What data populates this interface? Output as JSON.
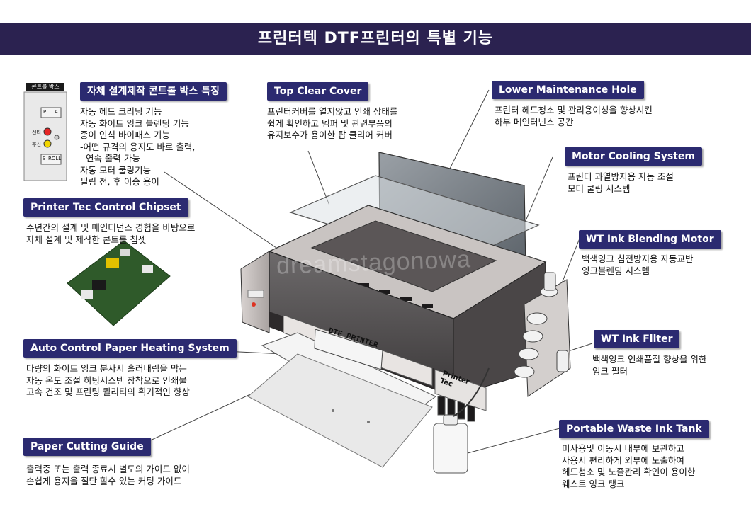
{
  "title": "프린터텍 DTF프린터의 특별 기능",
  "control_box": {
    "label": "콘트롤 박스",
    "btn_pa_left": "P",
    "btn_pa_right": "A",
    "led_top": "선티",
    "led_bottom": "후진",
    "btn_roll_left": "S",
    "btn_roll_right": "ROLL"
  },
  "features": {
    "control_box": {
      "title": "자체 설계제작 콘트롤 박스 특징",
      "text": "자동 헤드 크리닝 기능\n자동 화이트 잉크 블렌딩 기능\n종이 인식 바이패스 기능\n-어떤 규격의 용지도 바로 출력,\n  연속 출력 가능\n자동 모터 쿨링기능\n필림 전, 후 이송 용이"
    },
    "chipset": {
      "title": "Printer Tec Control Chipset",
      "text": "수년간의 설계 및 메인터넌스 경험을 바탕으로\n자체 설계 및 제작한 콘트롤 칩셋"
    },
    "heating": {
      "title": "Auto Control Paper Heating System",
      "text": "다량의 화이트 잉크 분사시 흘러내림을 막는\n자동 온도 조절 히팅시스템 장착으로 인쇄물\n고속 건조 및 프린팅 퀄리티의 획기적인 향상"
    },
    "cutting": {
      "title": "Paper Cutting Guide",
      "text": "출력중 또는 출력 종료시 별도의 가이드 없이\n손쉽게 용지을 절단 할수 있는 커팅 가이드"
    },
    "cover": {
      "title": "Top Clear Cover",
      "text": "프린터커버를 열지않고 인쇄 상태를\n쉽게 확인하고 뎀퍼 및 관련부품의\n유지보수가 용이한 탑 클리어 커버"
    },
    "maintenance": {
      "title": "Lower Maintenance Hole",
      "text": "프린터 헤드청소 및 관리용이성을 향상시킨\n하부 메인터넌스 공간"
    },
    "motor_cooling": {
      "title": "Motor Cooling System",
      "text": "프린터 과열방지용 자동 조절\n모터 쿨링 시스템"
    },
    "blending": {
      "title": "WT Ink Blending Motor",
      "text": "백색잉크 침전방지용 자동교반\n잉크블렌딩 시스템"
    },
    "filter": {
      "title": "WT Ink Filter",
      "text": "백색잉크 인쇄품질 향상을 위한\n잉크 필터"
    },
    "waste": {
      "title": "Portable Waste Ink Tank",
      "text": "미사용및 이동시 내부에 보관하고\n사용시 편리하게 외부에 노출하여\n헤드청소 및 노즐관리 확인이 용이한\n웨스트 잉크 탱크"
    }
  },
  "printer": {
    "front_label": "DTF PRINTER",
    "brand_line1": "Printer",
    "brand_line2": "Tec"
  },
  "watermark": "dreamstagonowa"
}
